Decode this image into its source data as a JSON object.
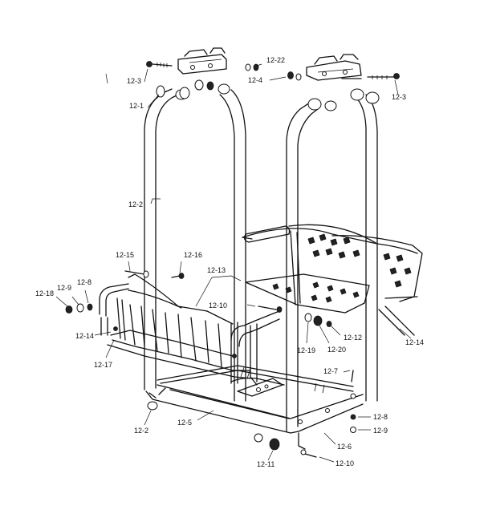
{
  "callouts": [
    {
      "id": "c_12_22a",
      "text": "12-22"
    },
    {
      "id": "c_12_3a",
      "text": "12-3"
    },
    {
      "id": "c_12_4",
      "text": "12-4"
    },
    {
      "id": "c_12_3b",
      "text": "12-3"
    },
    {
      "id": "c_12_1",
      "text": "12-1"
    },
    {
      "id": "c_12_2a",
      "text": "12-2"
    },
    {
      "id": "c_12_15",
      "text": "12-15"
    },
    {
      "id": "c_12_16",
      "text": "12-16"
    },
    {
      "id": "c_12_13",
      "text": "12-13"
    },
    {
      "id": "c_12_18",
      "text": "12-18"
    },
    {
      "id": "c_12_9a",
      "text": "12-9"
    },
    {
      "id": "c_12_8a",
      "text": "12-8"
    },
    {
      "id": "c_12_10a",
      "text": "12-10"
    },
    {
      "id": "c_12_14a",
      "text": "12-14"
    },
    {
      "id": "c_12_17",
      "text": "12-17"
    },
    {
      "id": "c_12_19",
      "text": "12-19"
    },
    {
      "id": "c_12_20",
      "text": "12-20"
    },
    {
      "id": "c_12_12",
      "text": "12-12"
    },
    {
      "id": "c_12_14b",
      "text": "12-14"
    },
    {
      "id": "c_12_7",
      "text": "12-7"
    },
    {
      "id": "c_12_8b",
      "text": "12-8"
    },
    {
      "id": "c_12_9b",
      "text": "12-9"
    },
    {
      "id": "c_12_6",
      "text": "12-6"
    },
    {
      "id": "c_12_10b",
      "text": "12-10"
    },
    {
      "id": "c_12_11",
      "text": "12-11"
    },
    {
      "id": "c_12_5",
      "text": "12-5"
    },
    {
      "id": "c_12_2b",
      "text": "12-2"
    }
  ]
}
